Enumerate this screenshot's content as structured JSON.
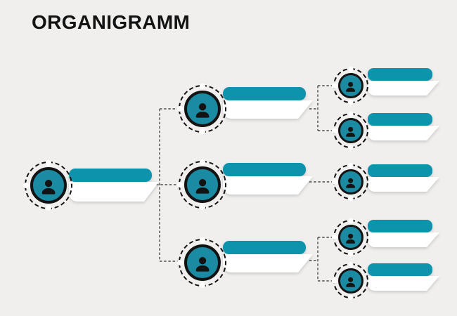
{
  "title": "ORGANIGRAMM",
  "palette": {
    "background": "#f0efed",
    "ink": "#131313",
    "bar": "#0d93ac",
    "circle_fill": "#1b8ba3",
    "card": "#ffffff",
    "connector": "#4a4a4a"
  },
  "diagram": {
    "type": "org-chart",
    "levels": 3,
    "name_bars_are_blank_placeholders": true,
    "node_icon": "person-icon",
    "nodes": [
      {
        "id": "root",
        "level": 1,
        "parent": null,
        "children": [
          "manager-1",
          "manager-2",
          "manager-3"
        ]
      },
      {
        "id": "manager-1",
        "level": 2,
        "parent": "root",
        "children": [
          "employee-1",
          "employee-2"
        ]
      },
      {
        "id": "manager-2",
        "level": 2,
        "parent": "root",
        "children": [
          "employee-3"
        ]
      },
      {
        "id": "manager-3",
        "level": 2,
        "parent": "root",
        "children": [
          "employee-4",
          "employee-5"
        ]
      },
      {
        "id": "employee-1",
        "level": 3,
        "parent": "manager-1",
        "children": []
      },
      {
        "id": "employee-2",
        "level": 3,
        "parent": "manager-1",
        "children": []
      },
      {
        "id": "employee-3",
        "level": 3,
        "parent": "manager-2",
        "children": []
      },
      {
        "id": "employee-4",
        "level": 3,
        "parent": "manager-3",
        "children": []
      },
      {
        "id": "employee-5",
        "level": 3,
        "parent": "manager-3",
        "children": []
      }
    ],
    "connector_style": "dashed"
  }
}
